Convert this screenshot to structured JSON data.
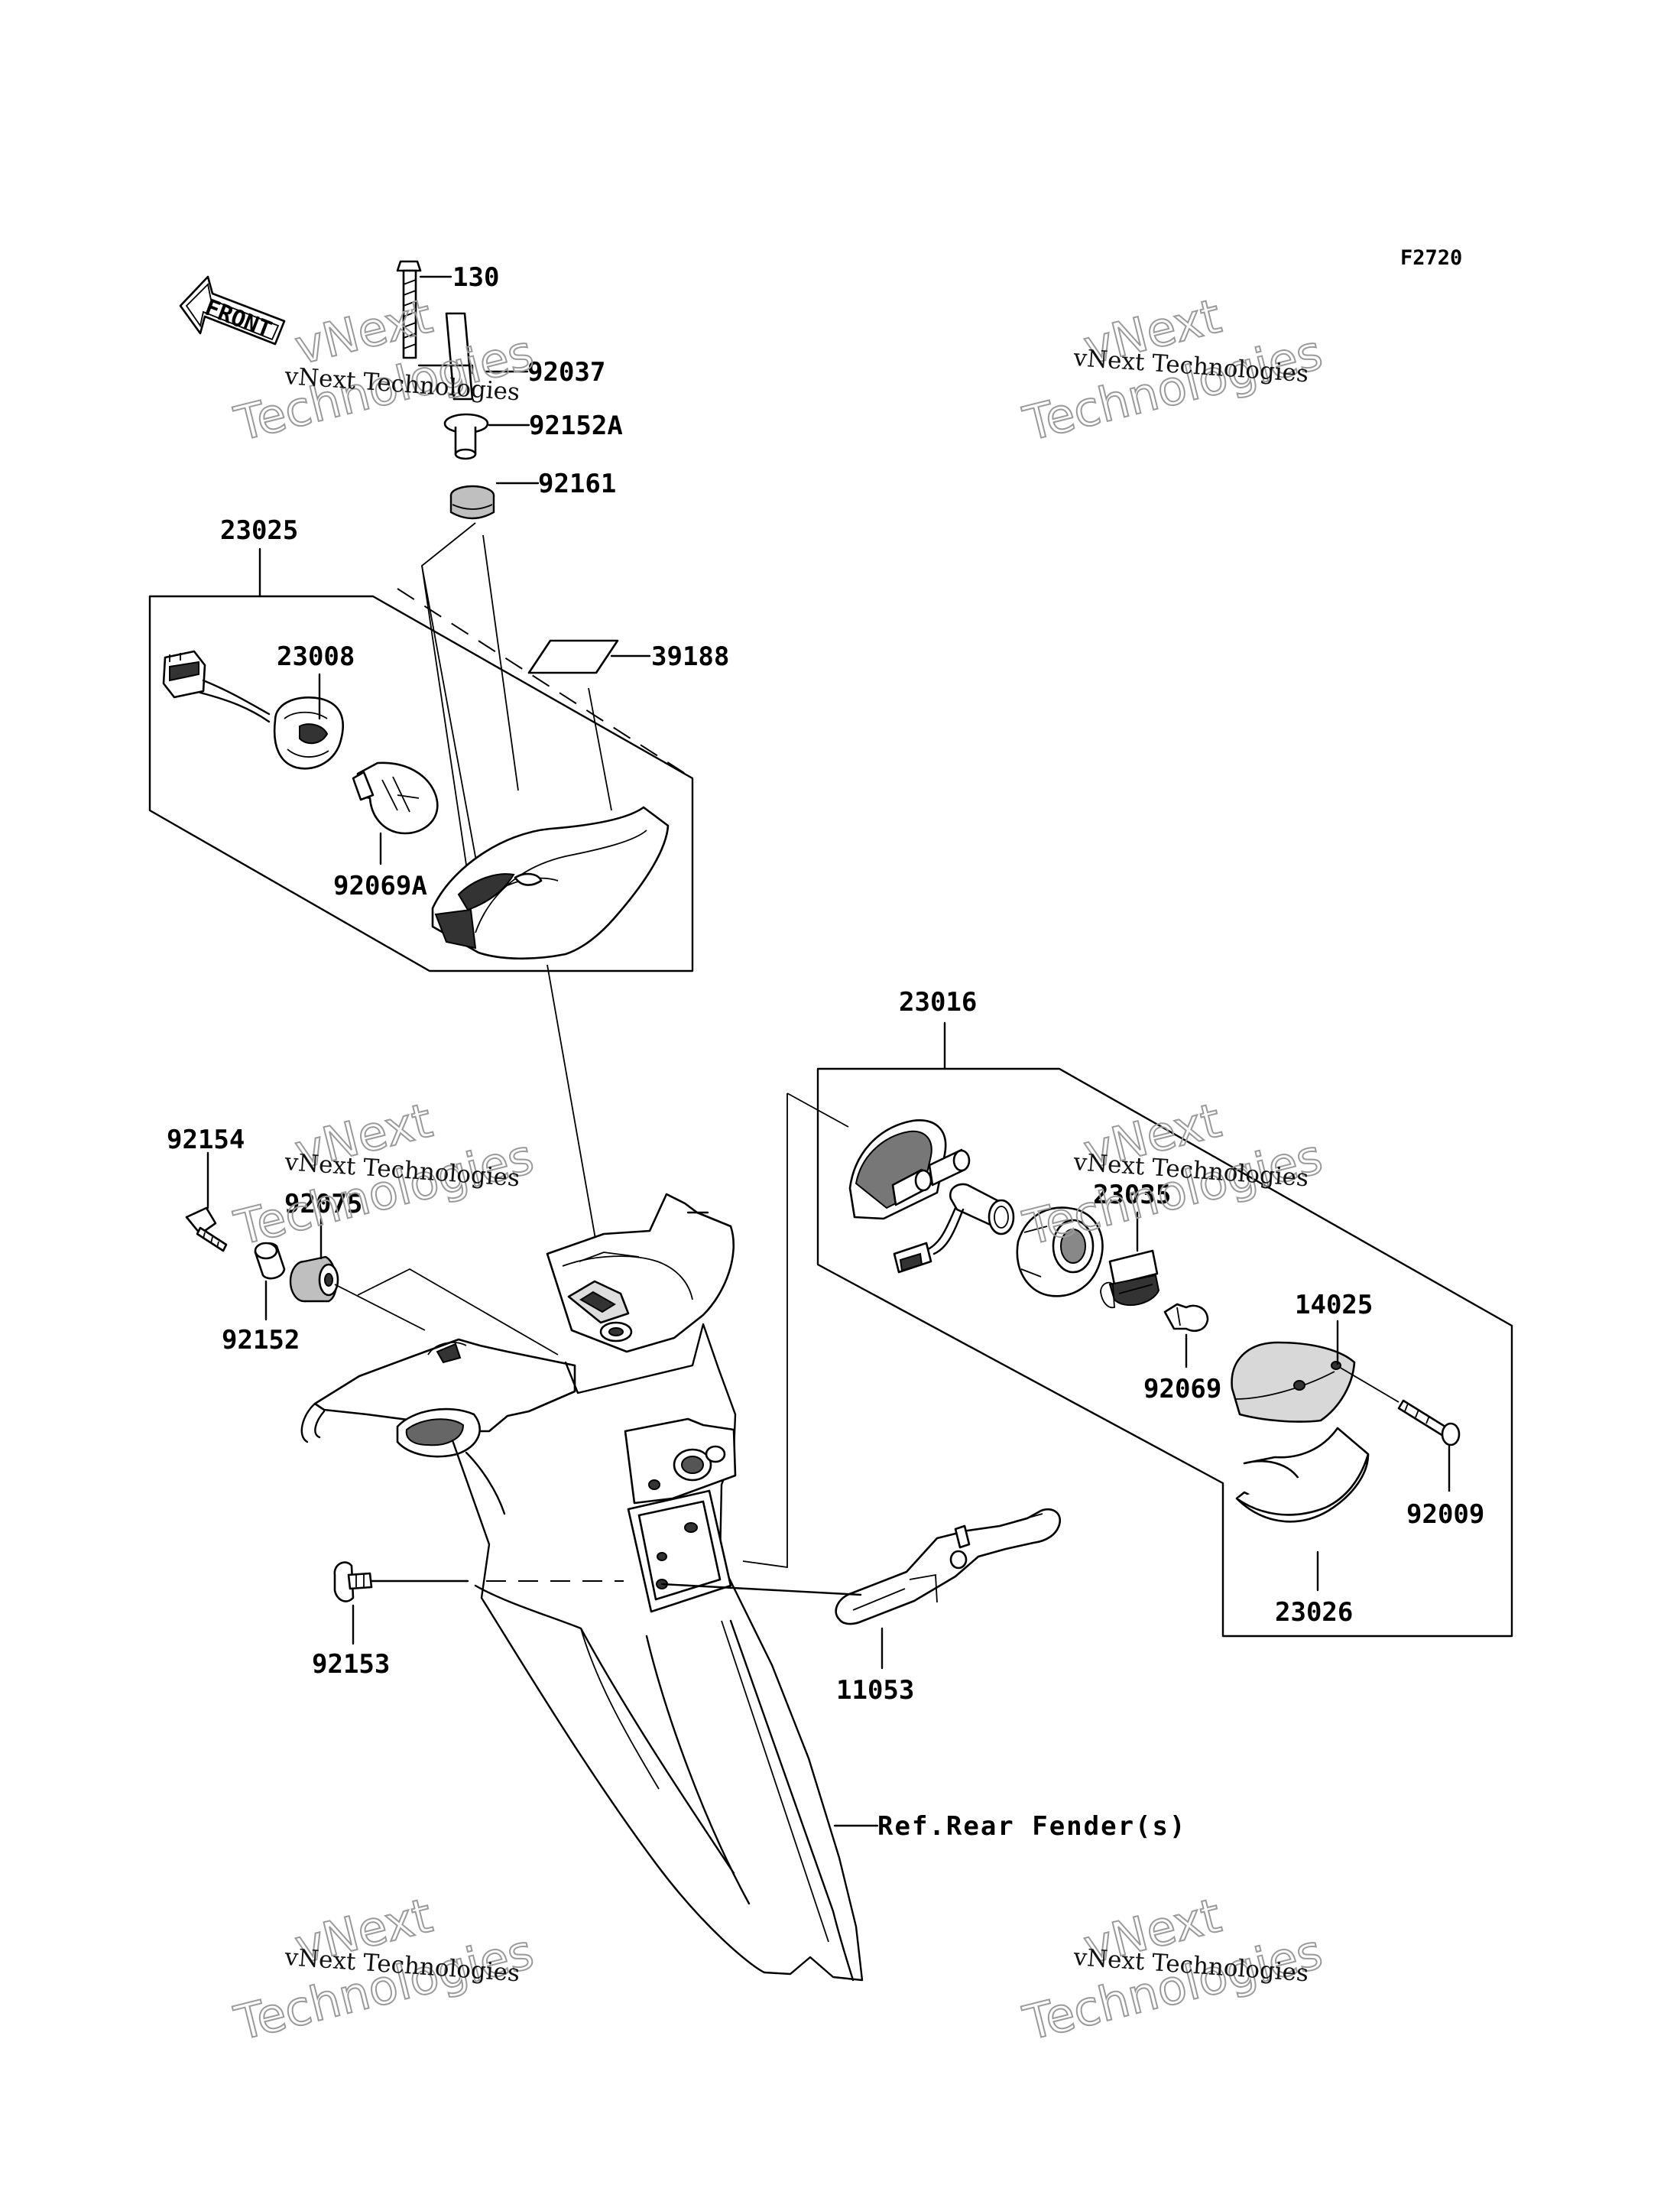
{
  "figure_code": "F2720",
  "front_arrow": {
    "text": "FRONT",
    "icon": "front-arrow-icon"
  },
  "watermark": {
    "small": "vNext Technologies",
    "top": "vNext",
    "bottom": "Technologies"
  },
  "parts": {
    "p130": "130",
    "p92037": "92037",
    "p92152A": "92152A",
    "p92161": "92161",
    "p23025": "23025",
    "p23008": "23008",
    "p39188": "39188",
    "p92069A": "92069A",
    "p23016": "23016",
    "p23035": "23035",
    "p14025": "14025",
    "p92069": "92069",
    "p92009": "92009",
    "p23026": "23026",
    "p92154": "92154",
    "p92075": "92075",
    "p92152": "92152",
    "p92153": "92153",
    "p11053": "11053"
  },
  "reference": "Ref.Rear Fender(s)"
}
